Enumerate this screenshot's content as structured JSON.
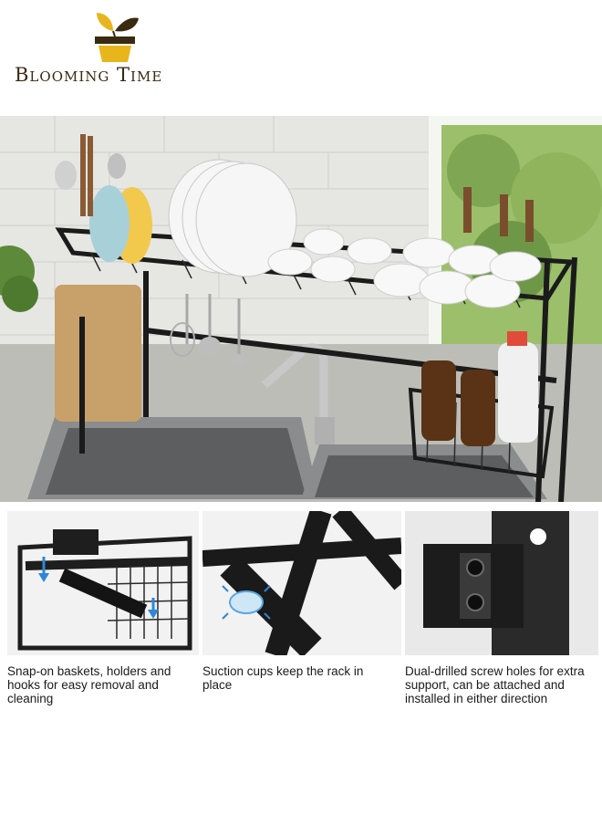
{
  "brand": {
    "name": "Blooming Time",
    "logo_icon": "plant-pot-icon",
    "colors": {
      "accent": "#e9b51c",
      "text": "#3a2a12"
    }
  },
  "features": [
    {
      "caption": "Snap-on baskets, holders and hooks for easy removal and cleaning",
      "icon": "basket-detail"
    },
    {
      "caption": "Suction cups keep the rack in place",
      "icon": "suction-cup-detail"
    },
    {
      "caption": "Dual-drilled screw holes for extra support, can be attached and installed in either direction",
      "icon": "screw-hole-detail"
    }
  ]
}
